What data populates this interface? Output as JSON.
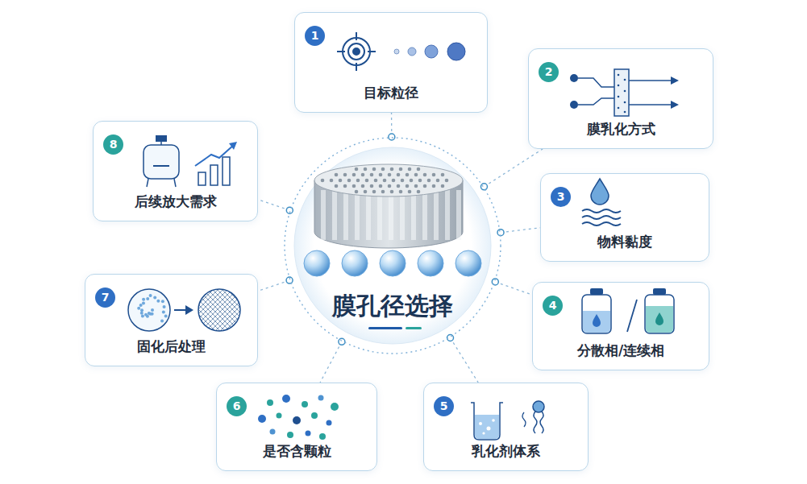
{
  "diagram": {
    "nodes": [
      {
        "text": [
          "膜孔径选择"
        ]
      },
      {
        "text": [
          "1",
          "目标粒径"
        ]
      },
      {
        "text": [
          "2",
          "膜乳化方式"
        ]
      },
      {
        "text": [
          "3",
          "物料黏度"
        ]
      },
      {
        "text": [
          "4",
          "分散相/连续相"
        ]
      },
      {
        "text": [
          "5",
          "乳化剂体系"
        ]
      },
      {
        "text": [
          "6",
          "是否含颗粒"
        ]
      },
      {
        "text": [
          "7",
          "固化后处理"
        ]
      },
      {
        "text": [
          "8",
          "后续放大需求"
        ]
      }
    ],
    "edges": [
      {
        "from": 0,
        "to": 1,
        "arrow": "none"
      },
      {
        "from": 0,
        "to": 2,
        "arrow": "none"
      },
      {
        "from": 0,
        "to": 3,
        "arrow": "none"
      },
      {
        "from": 0,
        "to": 4,
        "arrow": "none"
      },
      {
        "from": 0,
        "to": 5,
        "arrow": "none"
      },
      {
        "from": 0,
        "to": 6,
        "arrow": "none"
      },
      {
        "from": 0,
        "to": 7,
        "arrow": "none"
      },
      {
        "from": 0,
        "to": 8,
        "arrow": "none"
      }
    ]
  }
}
